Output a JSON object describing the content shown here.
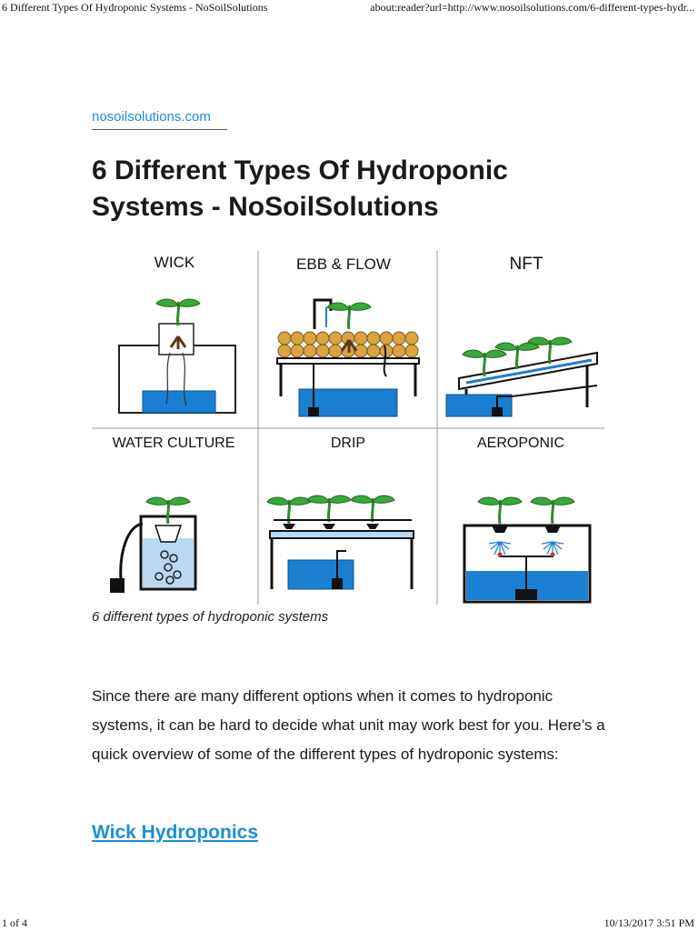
{
  "print_header": {
    "title": "6 Different Types Of Hydroponic Systems - NoSoilSolutions",
    "url": "about:reader?url=http://www.nosoilsolutions.com/6-different-types-hydr..."
  },
  "article": {
    "domain": "nosoilsolutions.com",
    "title": "6 Different Types Of Hydroponic Systems - NoSoilSolutions",
    "figure": {
      "panels": [
        "WICK",
        "EBB & FLOW",
        "NFT",
        "WATER CULTURE",
        "DRIP",
        "AEROPONIC"
      ],
      "caption": "6 different types of hydroponic systems"
    },
    "intro": "Since there are many different options when it comes to hydroponic systems, it can be hard to decide what unit may work best for you. Here’s a quick overview of some of the different types of hydroponic systems:",
    "section_link": "Wick Hydroponics"
  },
  "print_footer": {
    "page": "1 of 4",
    "timestamp": "10/13/2017 3:51 PM"
  },
  "colors": {
    "link": "#1a8fd6",
    "water": "#1b7fd1",
    "leaf": "#3aa83a",
    "clay": "#d9a441"
  },
  "icons": [
    "plant-icon",
    "reservoir-icon",
    "pump-icon"
  ]
}
